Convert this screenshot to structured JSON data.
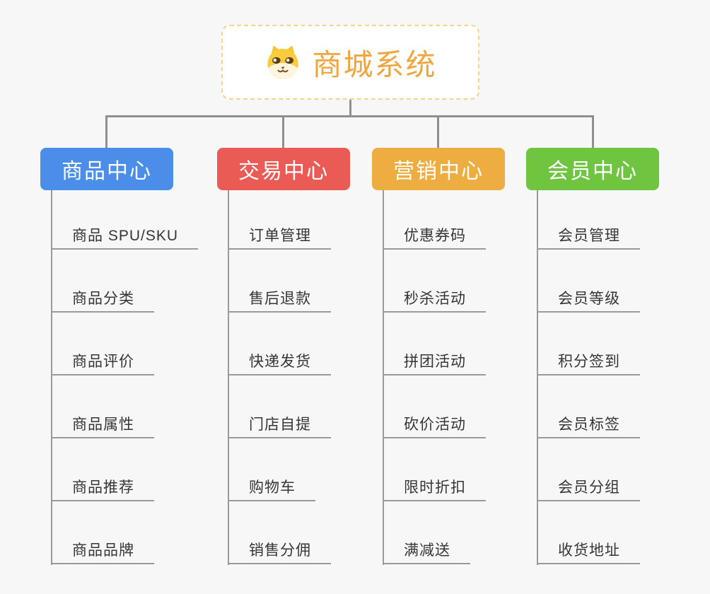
{
  "root": {
    "title": "商城系统",
    "icon": "shiba-dog-icon",
    "accent_color": "#F0A63E",
    "border_color": "#F8D28E"
  },
  "connector_color": "#8F8F8F",
  "line_color": "#9A9A9A",
  "item_text_color": "#363636",
  "background_color": "#F7F7F7",
  "branches": [
    {
      "label": "商品中心",
      "color": "#4A8EEA",
      "children": [
        "商品 SPU/SKU",
        "商品分类",
        "商品评价",
        "商品属性",
        "商品推荐",
        "商品品牌"
      ]
    },
    {
      "label": "交易中心",
      "color": "#EA5B55",
      "children": [
        "订单管理",
        "售后退款",
        "快递发货",
        "门店自提",
        "购物车",
        "销售分佣"
      ]
    },
    {
      "label": "营销中心",
      "color": "#EDAD41",
      "children": [
        "优惠券码",
        "秒杀活动",
        "拼团活动",
        "砍价活动",
        "限时折扣",
        "满减送"
      ]
    },
    {
      "label": "会员中心",
      "color": "#6FC440",
      "children": [
        "会员管理",
        "会员等级",
        "积分签到",
        "会员标签",
        "会员分组",
        "收货地址"
      ]
    }
  ]
}
